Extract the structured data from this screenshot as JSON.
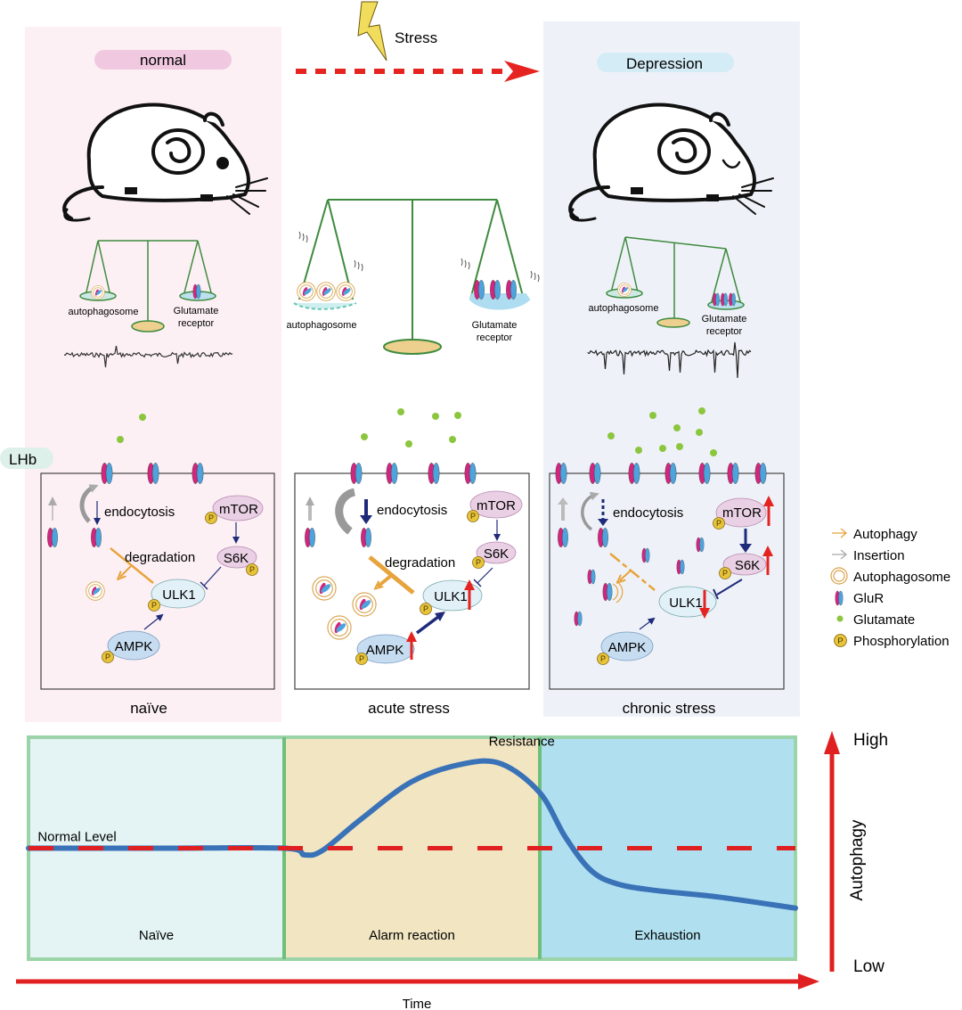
{
  "header": {
    "stress_label": "Stress",
    "normal_pill": "normal",
    "depression_pill": "Depression"
  },
  "panels": [
    {
      "id": "naive",
      "caption": "naïve",
      "scale_left_label": "autophagosome",
      "scale_right_label_line1": "Glutamate",
      "scale_right_label_line2": "receptor",
      "glutamate_count": 2,
      "surface_receptor_count": 3
    },
    {
      "id": "acute",
      "caption": "acute stress",
      "scale_left_label": "autophagosome",
      "scale_right_label_line1": "Glutamate",
      "scale_right_label_line2": "receptor",
      "glutamate_count": 6,
      "surface_receptor_count": 4
    },
    {
      "id": "chronic",
      "caption": "chronic stress",
      "scale_left_label": "autophagosome",
      "scale_right_label_line1": "Glutamate",
      "scale_right_label_line2": "receptor",
      "glutamate_count": 9,
      "surface_receptor_count": 7
    }
  ],
  "region_label": "LHb",
  "cell": {
    "endocytosis": "endocytosis",
    "degradation": "degradation",
    "mtor": "mTOR",
    "s6k": "S6K",
    "ulk1": "ULK1",
    "ampk": "AMPK",
    "phospho": "P"
  },
  "legend": [
    {
      "icon": "orange-arrow-icon",
      "label": "Autophagy"
    },
    {
      "icon": "gray-arrow-icon",
      "label": "Insertion"
    },
    {
      "icon": "autophagosome-icon",
      "label": "Autophagosome"
    },
    {
      "icon": "glur-icon",
      "label": "GluR"
    },
    {
      "icon": "glutamate-dot-icon",
      "label": "Glutamate"
    },
    {
      "icon": "phosphorylation-icon",
      "label": "Phosphorylation"
    }
  ],
  "colors": {
    "normal_bg": "#fcf0f4",
    "depression_bg": "#eef2f8",
    "normal_pill": "#f0c8e0",
    "depression_pill": "#d4ecf6",
    "scale_green": "#3e8a3e",
    "glur_magenta": "#d2267e",
    "glur_blue": "#4da3dc",
    "glutamate_green": "#8cc63f",
    "autophagy_orange": "#e8a33c",
    "pathway_navy": "#1f2a7a",
    "up_red": "#e52421",
    "phospho_yellow": "#e8c43a",
    "mtor_pink": "#ead0e4",
    "ulk1_blue": "#e2f0f8",
    "ampk_blue": "#c6dcf0",
    "naive_band": "#e4f4f4",
    "alarm_band": "#f2e6c2",
    "exhaustion_band": "#b0e0f0",
    "band_border": "#9bd4a8",
    "curve_blue": "#3a72b8",
    "axis_red": "#e02020"
  },
  "chart_data": {
    "type": "line",
    "title": "",
    "xlabel": "Time",
    "ylabel": "Autophagy",
    "y_high_label": "High",
    "y_low_label": "Low",
    "ylim": [
      0,
      1
    ],
    "phases": [
      {
        "label": "Naïve",
        "x_range": [
          0,
          1
        ]
      },
      {
        "label": "Alarm reaction",
        "x_range": [
          1,
          2
        ]
      },
      {
        "label": "Exhaustion",
        "x_range": [
          2,
          3
        ]
      }
    ],
    "annotations": [
      {
        "text": "Normal Level",
        "x": 0.05,
        "y": 0.5
      },
      {
        "text": "Resistance",
        "x": 1.8,
        "y": 0.93
      }
    ],
    "series": [
      {
        "name": "Normal Level",
        "style": "dashed",
        "x": [
          0,
          3
        ],
        "y": [
          0.5,
          0.5
        ]
      },
      {
        "name": "Autophagy level",
        "x": [
          0,
          0.5,
          1.0,
          1.08,
          1.15,
          1.3,
          1.5,
          1.7,
          1.85,
          2.0,
          2.1,
          2.2,
          2.3,
          2.45,
          2.7,
          3.0
        ],
        "y": [
          0.5,
          0.5,
          0.5,
          0.47,
          0.49,
          0.63,
          0.8,
          0.88,
          0.88,
          0.75,
          0.55,
          0.4,
          0.34,
          0.31,
          0.28,
          0.23
        ]
      }
    ]
  }
}
